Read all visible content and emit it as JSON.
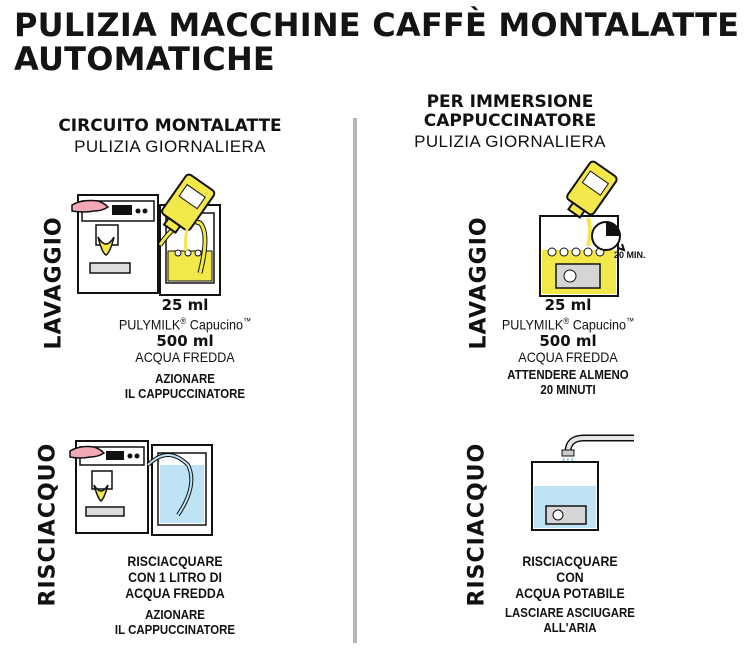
{
  "title": {
    "line1": "PULIZIA MACCHINE CAFFÈ MONTALATTE",
    "line2": "AUTOMATICHE"
  },
  "left": {
    "heading": "CIRCUITO MONTALATTE",
    "subheading": "PULIZIA GIORNALIERA",
    "wash": {
      "label": "LAVAGGIO",
      "dose": "25 ml",
      "product": "PULYMILK",
      "reg": "®",
      "product2": "Capucino",
      "tm": "™",
      "water_amount": "500 ml",
      "water": "ACQUA FREDDA",
      "instr1": "AZIONARE",
      "instr2": "IL CAPPUCCINATORE"
    },
    "rinse": {
      "label": "RISCIACQUO",
      "line1": "RISCIACQUARE",
      "line2": "CON 1 LITRO DI",
      "line3": "ACQUA FREDDA",
      "instr1": "AZIONARE",
      "instr2": "IL CAPPUCCINATORE"
    }
  },
  "right": {
    "heading1": "PER IMMERSIONE",
    "heading2": "CAPPUCCINATORE",
    "subheading": "PULIZIA GIORNALIERA",
    "wash": {
      "label": "LAVAGGIO",
      "timer": "20 MIN.",
      "dose": "25 ml",
      "product": "PULYMILK",
      "reg": "®",
      "product2": "Capucino",
      "tm": "™",
      "water_amount": "500 ml",
      "water": "ACQUA FREDDA",
      "instr1": "ATTENDERE ALMENO",
      "instr2": "20 MINUTI"
    },
    "rinse": {
      "label": "RISCIACQUO",
      "line1": "RISCIACQUARE",
      "line2": "CON",
      "line3": "ACQUA POTABILE",
      "instr1": "LASCIARE ASCIUGARE",
      "instr2": "ALL'ARIA"
    }
  },
  "colors": {
    "ink": "#111111",
    "yellow": "#f3e84a",
    "water_blue": "#bfe2f4",
    "divider": "#b7b7b7",
    "hand_pink": "#f2a9b5"
  },
  "icons": [
    "coffee-machine-icon",
    "bottle-icon",
    "timer-icon",
    "tap-icon",
    "container-icon"
  ]
}
